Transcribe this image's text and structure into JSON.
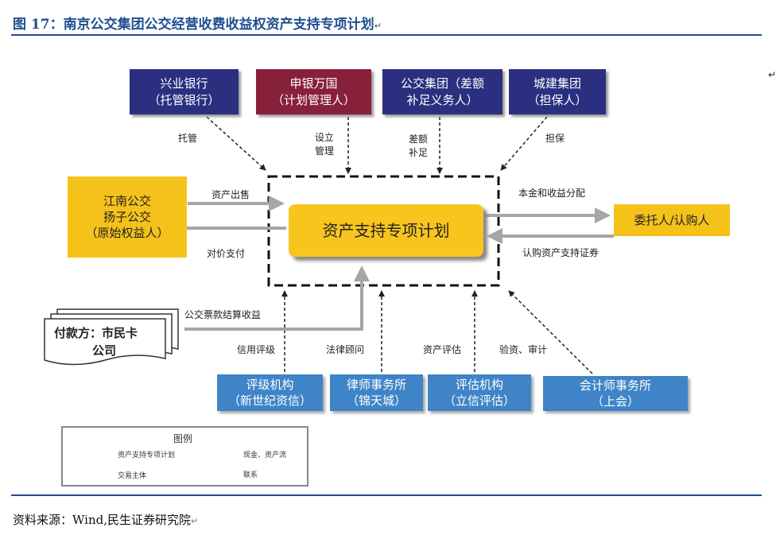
{
  "header": {
    "title": "图 17：南京公交集团公交经营收费收益权资产支持专项计划",
    "title_mark": "↵"
  },
  "diagram": {
    "top_boxes": [
      {
        "line1": "兴业银行",
        "line2": "（托管银行）"
      },
      {
        "line1": "申银万国",
        "line2": "（计划管理人）"
      },
      {
        "line1": "公交集团（差额",
        "line2": "补足义务人）"
      },
      {
        "line1": "城建集团",
        "line2": "（担保人）"
      }
    ],
    "top_labels": {
      "custody": "托管",
      "setup_line1": "设立",
      "setup_line2": "管理",
      "topup_line1": "差额",
      "topup_line2": "补足",
      "guarantee": "担保"
    },
    "originator": {
      "line1": "江南公交",
      "line2": "扬子公交",
      "line3": "（原始权益人）"
    },
    "plan": "资产支持专项计划",
    "investor": "委托人/认购人",
    "flow_labels": {
      "asset_sale": "资产出售",
      "consideration": "对价支付",
      "principal_income": "本金和收益分配",
      "subscribe": "认购资产支持证券",
      "bus_fare": "公交票款结算收益",
      "credit_rating": "信用评级",
      "legal_advice": "法律顾问",
      "asset_valuation": "资产评估",
      "capital_audit": "验资、审计"
    },
    "payer": {
      "line1": "付款方：市民卡",
      "line2": "公司"
    },
    "bottom_boxes": [
      {
        "line1": "评级机构",
        "line2": "（新世纪资信）"
      },
      {
        "line1": "律师事务所",
        "line2": "（锦天城）"
      },
      {
        "line1": "评估机构",
        "line2": "（立信评估）"
      },
      {
        "line1": "会计师事务所",
        "line2": "（上会）"
      }
    ],
    "legend": {
      "title": "图例",
      "plan_item": "资产支持专项计划",
      "cash_item": "现金、资产流",
      "party_item": "交易主体",
      "link_item": "联系"
    },
    "side_mark": "↵"
  },
  "footer": {
    "source": "资料来源：Wind,民生证券研究院",
    "source_mark": "↵"
  },
  "colors": {
    "accent_blue": "#1f4f8f",
    "dark_navy": "#2b2f7f",
    "maroon": "#87203b",
    "light_blue": "#3f84c7",
    "yellow": "#f5c21a",
    "arrow_gray": "#a6a6a6"
  }
}
